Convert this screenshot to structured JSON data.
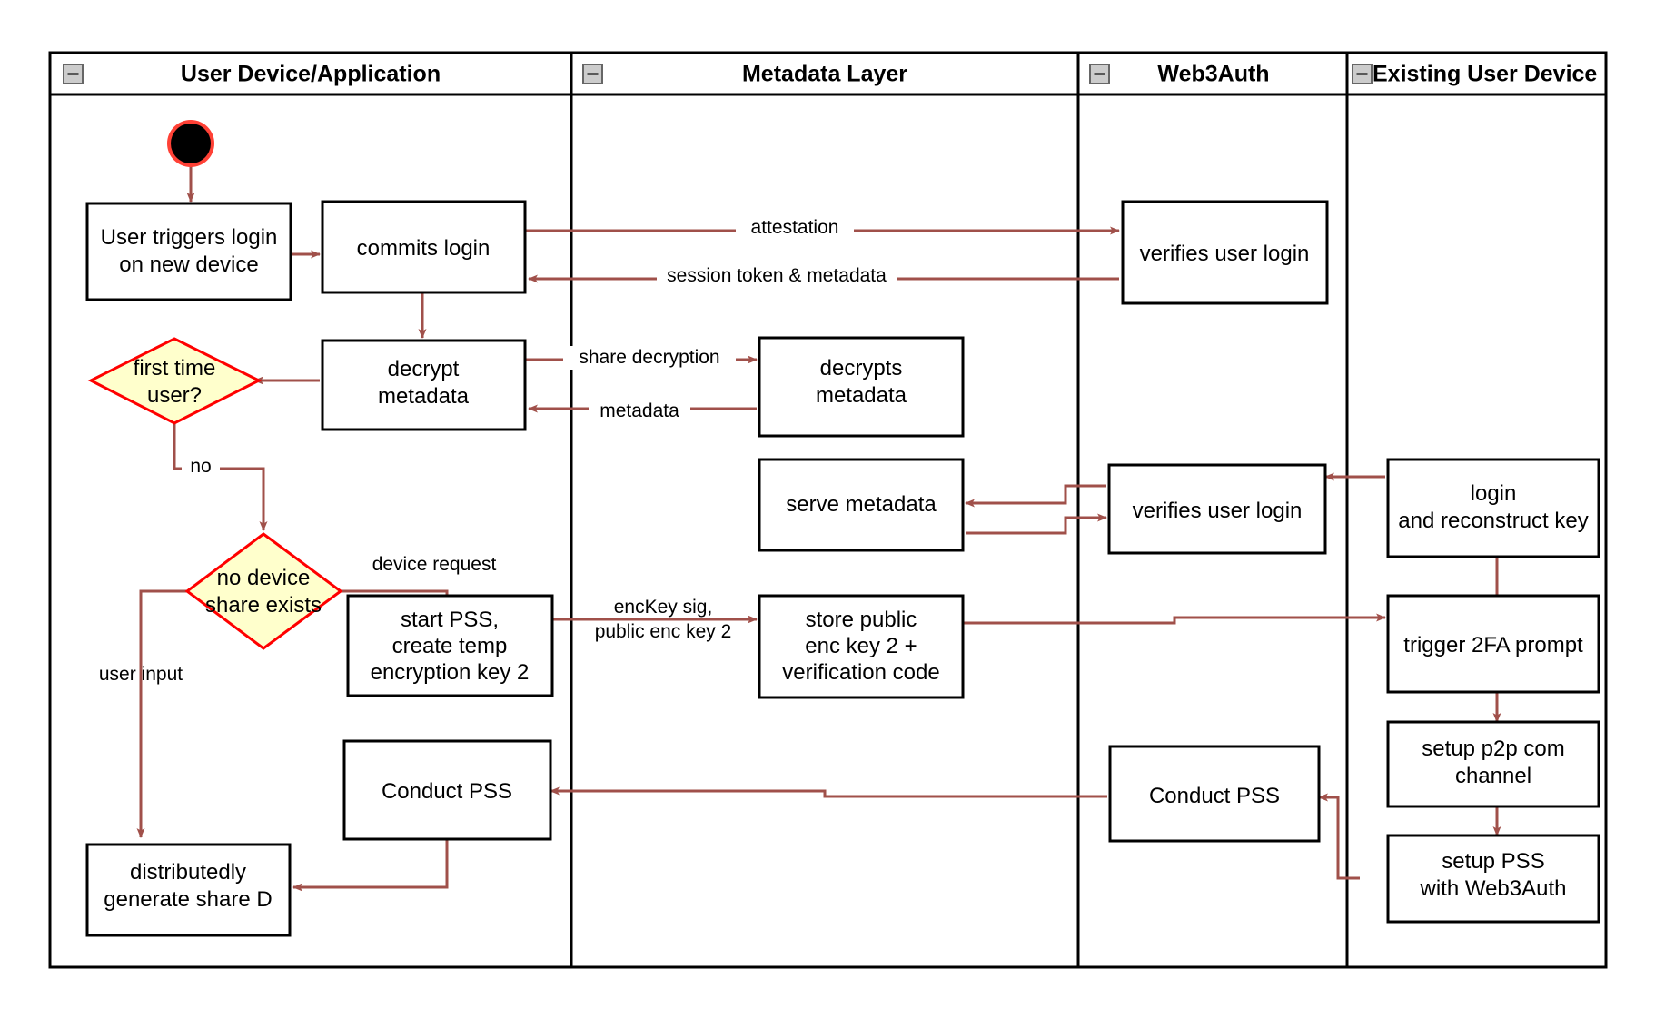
{
  "diagram": {
    "type": "uml-activity-swimlane",
    "title": "Web3Auth new-device login and PSS flow",
    "colors": {
      "flow_arrow": "#a0504a",
      "decision_fill": "#ffffcc",
      "decision_stroke": "#ff0000",
      "node_fill": "#ffffff",
      "node_stroke": "#000000",
      "start_node_fill": "#000000",
      "start_node_ring": "#ff4136",
      "lane_stroke": "#000000",
      "background": "#ffffff"
    },
    "lanes": [
      {
        "id": "lane-user-device",
        "label": "User Device/Application",
        "collapse_icon": "minus-icon"
      },
      {
        "id": "lane-metadata",
        "label": "Metadata Layer",
        "collapse_icon": "minus-icon"
      },
      {
        "id": "lane-web3auth",
        "label": "Web3Auth",
        "collapse_icon": "minus-icon"
      },
      {
        "id": "lane-existing-device",
        "label": "Existing User Device",
        "collapse_icon": "minus-icon"
      }
    ],
    "nodes": [
      {
        "id": "start",
        "kind": "start",
        "lane": "lane-user-device",
        "label": ""
      },
      {
        "id": "user-triggers-login",
        "kind": "activity",
        "lane": "lane-user-device",
        "lines": [
          "User triggers login",
          "on new device"
        ]
      },
      {
        "id": "commits-login",
        "kind": "activity",
        "lane": "lane-user-device",
        "lines": [
          "commits login"
        ]
      },
      {
        "id": "verifies-user-login-1",
        "kind": "activity",
        "lane": "lane-web3auth",
        "lines": [
          "verifies user login"
        ]
      },
      {
        "id": "decrypt-metadata",
        "kind": "activity",
        "lane": "lane-user-device",
        "lines": [
          "decrypt",
          "metadata"
        ]
      },
      {
        "id": "first-time-user",
        "kind": "decision",
        "lane": "lane-user-device",
        "lines": [
          "first time",
          "user?"
        ]
      },
      {
        "id": "decrypts-metadata",
        "kind": "activity",
        "lane": "lane-metadata",
        "lines": [
          "decrypts",
          "metadata"
        ]
      },
      {
        "id": "serve-metadata",
        "kind": "activity",
        "lane": "lane-metadata",
        "lines": [
          "serve metadata"
        ]
      },
      {
        "id": "verifies-user-login-2",
        "kind": "activity",
        "lane": "lane-web3auth",
        "lines": [
          "verifies user login"
        ]
      },
      {
        "id": "login-and-reconstruct-key",
        "kind": "activity",
        "lane": "lane-existing-device",
        "lines": [
          "login",
          "and reconstruct key"
        ]
      },
      {
        "id": "no-device-share-exists",
        "kind": "decision",
        "lane": "lane-user-device",
        "lines": [
          "no device",
          "share exists"
        ]
      },
      {
        "id": "start-pss",
        "kind": "activity",
        "lane": "lane-user-device",
        "lines": [
          "start PSS,",
          "create temp",
          "encryption key 2"
        ]
      },
      {
        "id": "store-public-enc-key",
        "kind": "activity",
        "lane": "lane-metadata",
        "lines": [
          "store public",
          "enc key 2 +",
          "verification code"
        ]
      },
      {
        "id": "trigger-2fa-prompt",
        "kind": "activity",
        "lane": "lane-existing-device",
        "lines": [
          "trigger 2FA prompt"
        ]
      },
      {
        "id": "setup-p2p-com-channel",
        "kind": "activity",
        "lane": "lane-existing-device",
        "lines": [
          "setup p2p com",
          "channel"
        ]
      },
      {
        "id": "conduct-pss-user",
        "kind": "activity",
        "lane": "lane-user-device",
        "lines": [
          "Conduct PSS"
        ]
      },
      {
        "id": "conduct-pss-web3auth",
        "kind": "activity",
        "lane": "lane-web3auth",
        "lines": [
          "Conduct PSS"
        ]
      },
      {
        "id": "setup-pss-with-web3auth",
        "kind": "activity",
        "lane": "lane-existing-device",
        "lines": [
          "setup PSS",
          "with Web3Auth"
        ]
      },
      {
        "id": "distributedly-generate-share-d",
        "kind": "activity",
        "lane": "lane-user-device",
        "lines": [
          "distributedly",
          "generate share D"
        ]
      }
    ],
    "edge_labels": {
      "attestation": "attestation",
      "session_token": "session token & metadata",
      "share_decryption": "share decryption",
      "metadata": "metadata",
      "no": "no",
      "device_request": "device request",
      "enc_key_line1": "encKey sig,",
      "enc_key_line2": "public enc key 2",
      "user_input": "user input"
    }
  }
}
